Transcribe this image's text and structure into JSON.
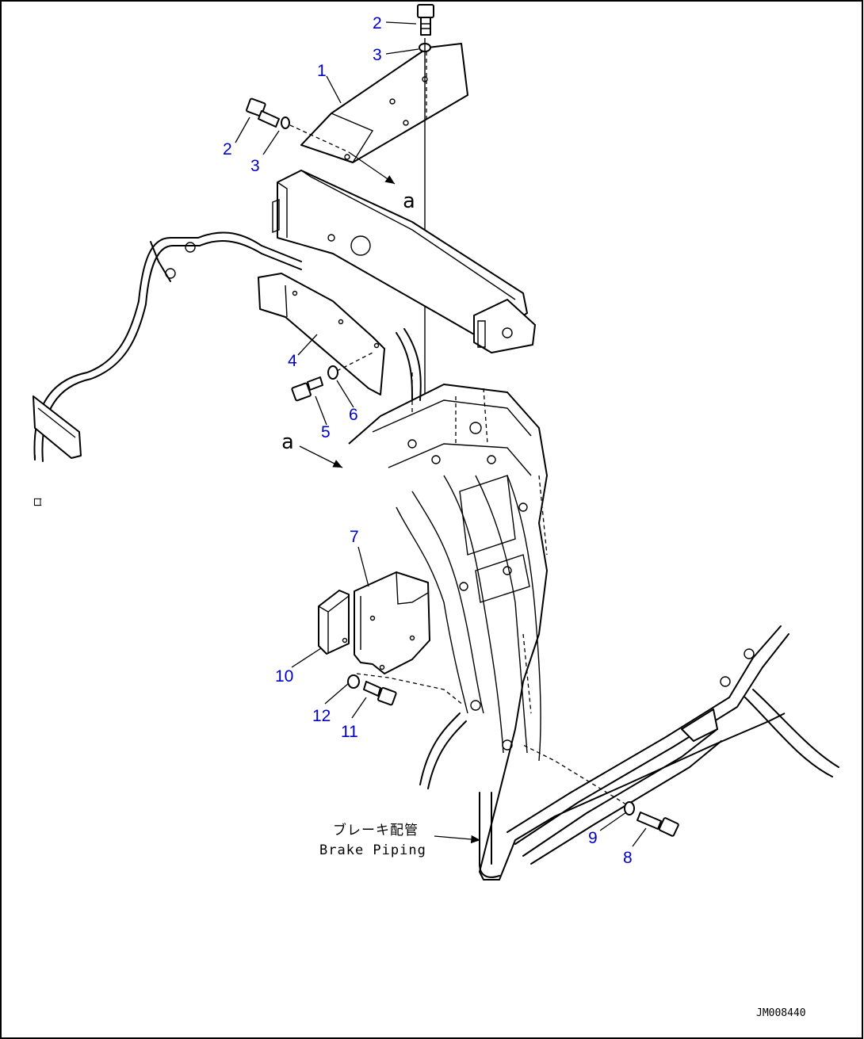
{
  "diagram": {
    "callouts": {
      "c1": "1",
      "c2a": "2",
      "c2b": "2",
      "c3a": "3",
      "c3b": "3",
      "c4": "4",
      "c5": "5",
      "c6": "6",
      "c7": "7",
      "c8": "8",
      "c9": "9",
      "c10": "10",
      "c11": "11",
      "c12": "12"
    },
    "refs": {
      "a_top": "a",
      "a_left": "a"
    },
    "note": {
      "jp": "ブレーキ配管",
      "en": "Brake Piping"
    },
    "side_mark": "ロ",
    "drawing_code": "JM008440"
  }
}
